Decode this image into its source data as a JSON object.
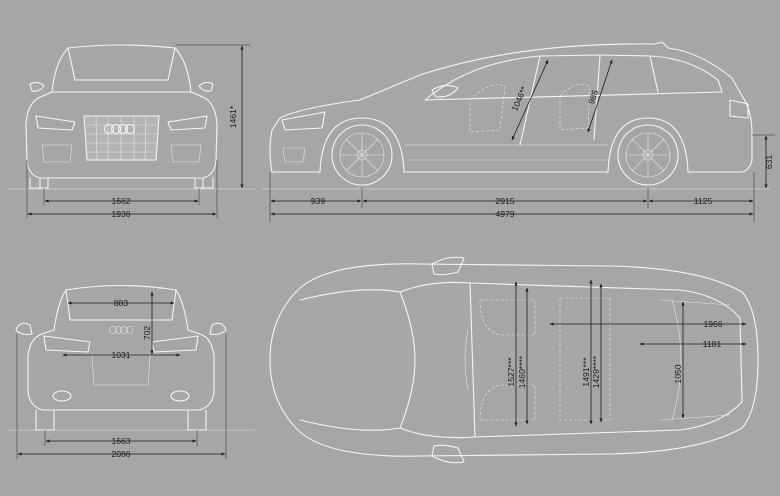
{
  "front_view": {
    "track_width": "1662",
    "overall_width": "1936",
    "overall_height": "1461*"
  },
  "side_view": {
    "front_overhang": "939",
    "wheelbase": "2915",
    "rear_overhang": "1125",
    "overall_length": "4979",
    "front_headroom": "1046**",
    "rear_headroom": "985",
    "ground_clearance": "631"
  },
  "rear_view": {
    "tailgate_width": "883",
    "loading_sill_width": "1031",
    "tailgate_height": "702",
    "track_width": "1663",
    "width_with_mirrors": "2086"
  },
  "top_view": {
    "front_shoulder_width": "1527***",
    "front_elbow_width": "1460****",
    "rear_shoulder_width": "1491***",
    "rear_elbow_width": "1429****",
    "load_floor_length_seats_folded": "1966",
    "load_floor_length": "1181",
    "width_between_wheel_arches": "1050"
  },
  "colors": {
    "background": "#a6a6a9",
    "lines": "#f4f4f6",
    "dimensions": "#1c1c1c"
  }
}
